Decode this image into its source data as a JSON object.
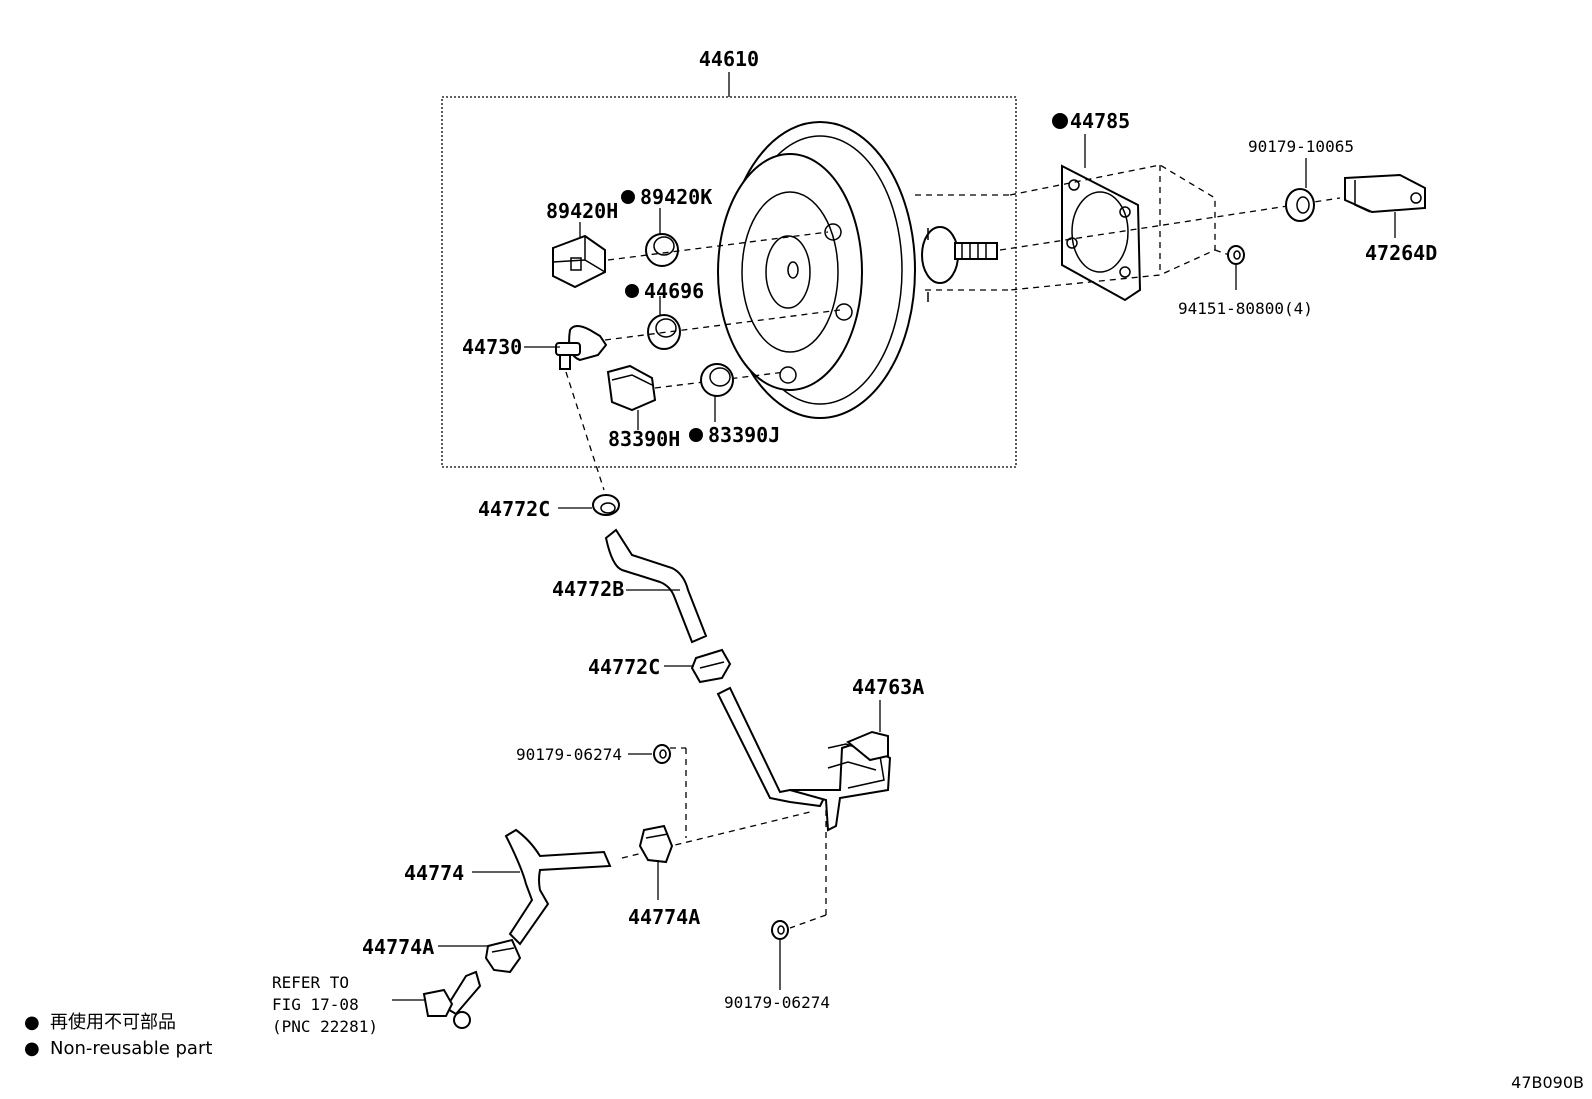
{
  "diagram": {
    "assembly_label": "44610",
    "parts": [
      {
        "id": "44785",
        "label": "44785",
        "non_reusable": true
      },
      {
        "id": "90179-10065",
        "label": "90179-10065",
        "non_reusable": false
      },
      {
        "id": "89420H",
        "label": "89420H",
        "non_reusable": false
      },
      {
        "id": "89420K",
        "label": "89420K",
        "non_reusable": true
      },
      {
        "id": "47264D",
        "label": "47264D",
        "non_reusable": false
      },
      {
        "id": "44696",
        "label": "44696",
        "non_reusable": true
      },
      {
        "id": "94151-80800",
        "label": "94151-80800(4)",
        "non_reusable": false
      },
      {
        "id": "44730",
        "label": "44730",
        "non_reusable": false
      },
      {
        "id": "83390H",
        "label": "83390H",
        "non_reusable": false
      },
      {
        "id": "83390J",
        "label": "83390J",
        "non_reusable": true
      },
      {
        "id": "44772C-a",
        "label": "44772C",
        "non_reusable": false
      },
      {
        "id": "44772B",
        "label": "44772B",
        "non_reusable": false
      },
      {
        "id": "44772C-b",
        "label": "44772C",
        "non_reusable": false
      },
      {
        "id": "44763A",
        "label": "44763A",
        "non_reusable": false
      },
      {
        "id": "90179-06274-a",
        "label": "90179-06274",
        "non_reusable": false
      },
      {
        "id": "44774",
        "label": "44774",
        "non_reusable": false
      },
      {
        "id": "44774A-b",
        "label": "44774A",
        "non_reusable": false
      },
      {
        "id": "44774A-a",
        "label": "44774A",
        "non_reusable": false
      },
      {
        "id": "90179-06274-b",
        "label": "90179-06274",
        "non_reusable": false
      }
    ],
    "refer_note": {
      "line1": "REFER TO",
      "line2": "FIG 17-08",
      "line3": "(PNC 22281)"
    }
  },
  "legend": {
    "symbol": "●",
    "line_ja": "再使用不可部品",
    "line_en": "Non-reusable part"
  },
  "figure_code": "47B090B"
}
